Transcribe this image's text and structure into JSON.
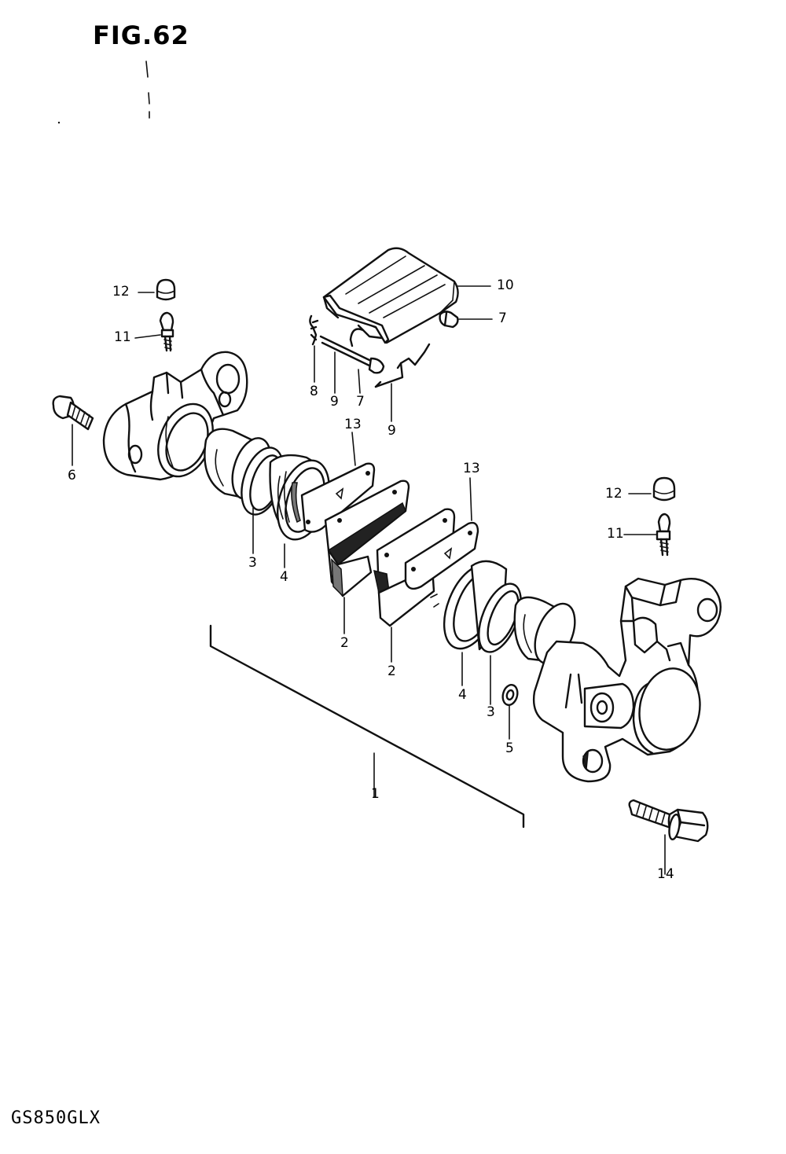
{
  "figure": {
    "title": "FIG.62",
    "model": "GS850GLX"
  },
  "callouts": {
    "c12_left": "12",
    "c11_left": "11",
    "c6": "6",
    "c10": "10",
    "c7_right": "7",
    "c8": "8",
    "c9_left": "9",
    "c7_mid": "7",
    "c9_mid": "9",
    "c13_left": "13",
    "c13_right": "13",
    "c3_left": "3",
    "c4_left": "4",
    "c2_left": "2",
    "c2_right": "2",
    "c12_right": "12",
    "c11_right": "11",
    "c4_right": "4",
    "c3_right": "3",
    "c5": "5",
    "c1": "1",
    "c14": "14"
  }
}
